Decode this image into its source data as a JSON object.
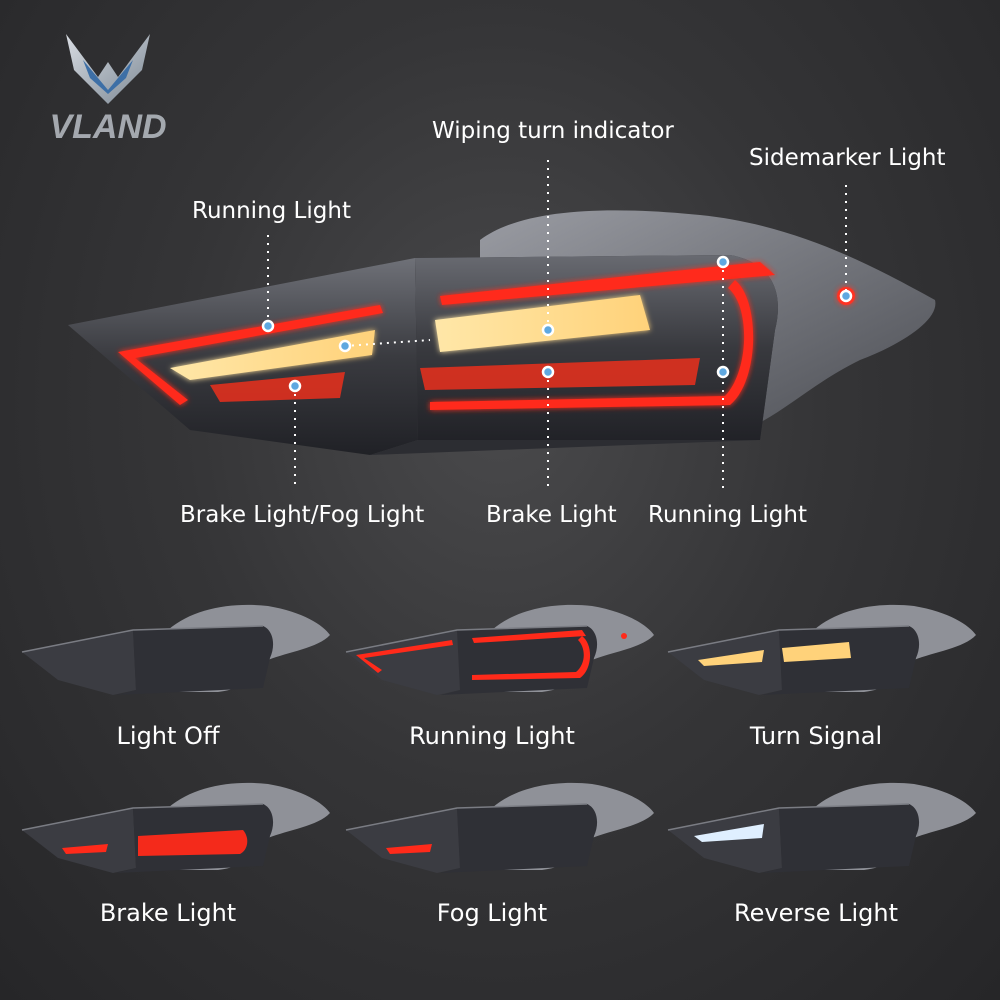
{
  "brand": {
    "logo_text": "VLAND",
    "accent_color": "#5fa8e0"
  },
  "main_callouts": {
    "wiping_turn_indicator": "Wiping turn indicator",
    "sidemarker_light": "Sidemarker Light",
    "running_light_top": "Running Light",
    "brake_fog_light": "Brake Light/Fog Light",
    "brake_light": "Brake Light",
    "running_light_bottom": "Running Light"
  },
  "modes": [
    {
      "label": "Light Off",
      "state": "off"
    },
    {
      "label": "Running Light",
      "state": "running"
    },
    {
      "label": "Turn Signal",
      "state": "turn"
    },
    {
      "label": "Brake Light",
      "state": "brake"
    },
    {
      "label": "Fog Light",
      "state": "fog"
    },
    {
      "label": "Reverse Light",
      "state": "reverse"
    }
  ],
  "colors": {
    "background": "#353537",
    "red_led": "#ff2a1a",
    "amber_led": "#ffd27a",
    "white_led": "#dfefff",
    "marker_dot": "#5fa8e0"
  }
}
